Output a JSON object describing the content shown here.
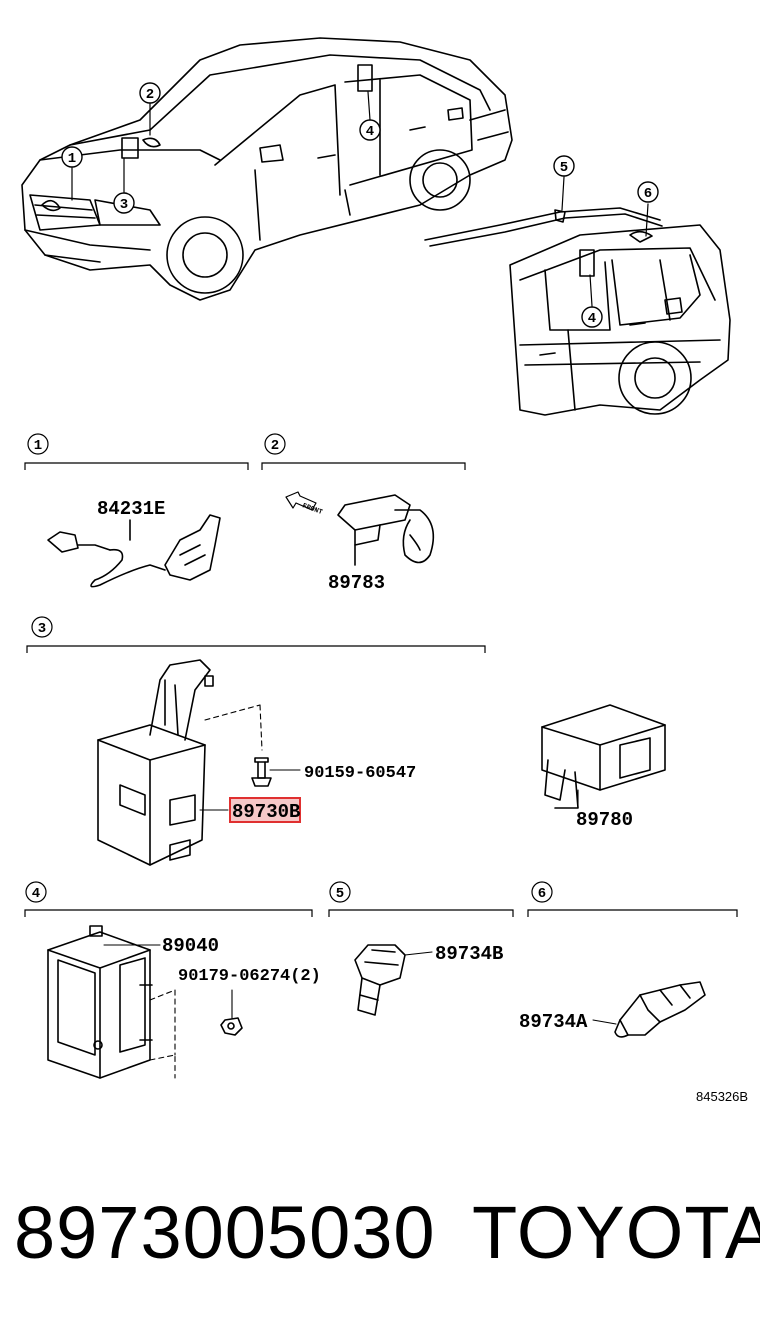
{
  "callouts": [
    "1",
    "2",
    "3",
    "4",
    "5",
    "6"
  ],
  "sections": {
    "s1": {
      "num": "1",
      "part": "84231E"
    },
    "s2": {
      "num": "2",
      "part": "89783",
      "front_label": "FRONT"
    },
    "s3": {
      "num": "3",
      "part": "89730B",
      "bolt": "90159-60547"
    },
    "s3b": {
      "part": "89780"
    },
    "s4": {
      "num": "4",
      "part": "89040",
      "nut": "90179-06274(2)"
    },
    "s5": {
      "num": "5",
      "part": "89734B"
    },
    "s6": {
      "num": "6",
      "part": "89734A"
    }
  },
  "ref_code": "845326B",
  "footer": {
    "part_number": "8973005030",
    "brand": "TOYOTA"
  },
  "colors": {
    "highlight": "#e03030",
    "highlight_fill": "#f6c8c8",
    "ink": "#000000"
  }
}
